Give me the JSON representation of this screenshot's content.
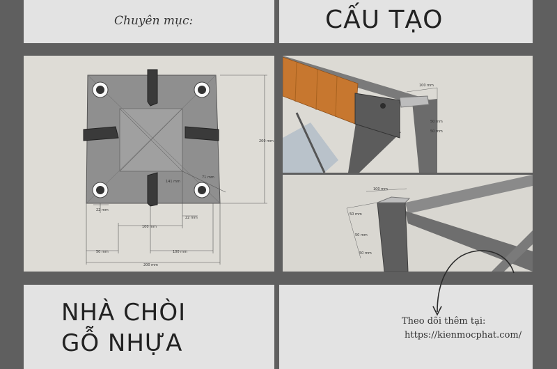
{
  "category": {
    "label": "Chuyên mục:"
  },
  "header": {
    "title": "CẤU TẠO"
  },
  "drawing": {
    "dimensions": {
      "overall_side": "200 mm",
      "height_right": "200 mm",
      "inner_100": "100 mm",
      "inner_100b": "100 mm",
      "offset_50": "50 mm",
      "hole_22a": "22 mm",
      "hole_22b": "22 mm",
      "diag_141": "141 mm",
      "diag_71": "71 mm"
    }
  },
  "render_top": {
    "dims": [
      "100 mm",
      "50 mm",
      "50 mm"
    ]
  },
  "render_bottom": {
    "dims": [
      "100 mm",
      "50 mm",
      "50 mm",
      "50 mm"
    ]
  },
  "product": {
    "line1": "NHÀ CHÒI",
    "line2": "GỖ NHỰA"
  },
  "follow": {
    "label": "Theo dõi thêm tại:",
    "url": "https://kienmocphat.com/"
  },
  "colors": {
    "background": "#5f5f5f",
    "panel": "#e3e3e3",
    "wood": "#c7772f",
    "steel": "#6f6f6f"
  }
}
